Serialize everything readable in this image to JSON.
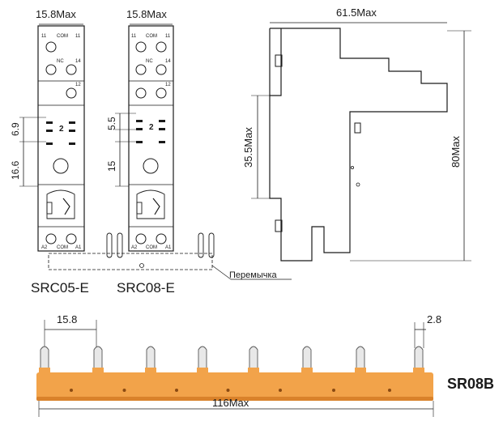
{
  "top_drawing": {
    "width_left": "15.8Max",
    "width_right": "15.8Max",
    "width_side": "61.5Max",
    "height_side_inner": "35.5Max",
    "height_side_total": "80Max",
    "dim_6_9": "6.9",
    "dim_16_6": "16.6",
    "dim_5_5": "5.5",
    "dim_15": "15",
    "model_left": "SRC05-E",
    "model_right": "SRC08-E",
    "jumper_label": "Перемычка",
    "pin_labels": {
      "a1": "A1",
      "com": "COM",
      "one": "11",
      "nc": "NC",
      "a2": "A2",
      "n14": "14",
      "n12": "12"
    },
    "relay_number": "2"
  },
  "bottom_drawing": {
    "pitch": "15.8",
    "pin_width": "2.8",
    "total_length": "116Max",
    "model": "SR08B",
    "bar_color": "#f2a34a",
    "bar_shadow": "#d9822b",
    "pin_color": "#e8e8e8"
  }
}
